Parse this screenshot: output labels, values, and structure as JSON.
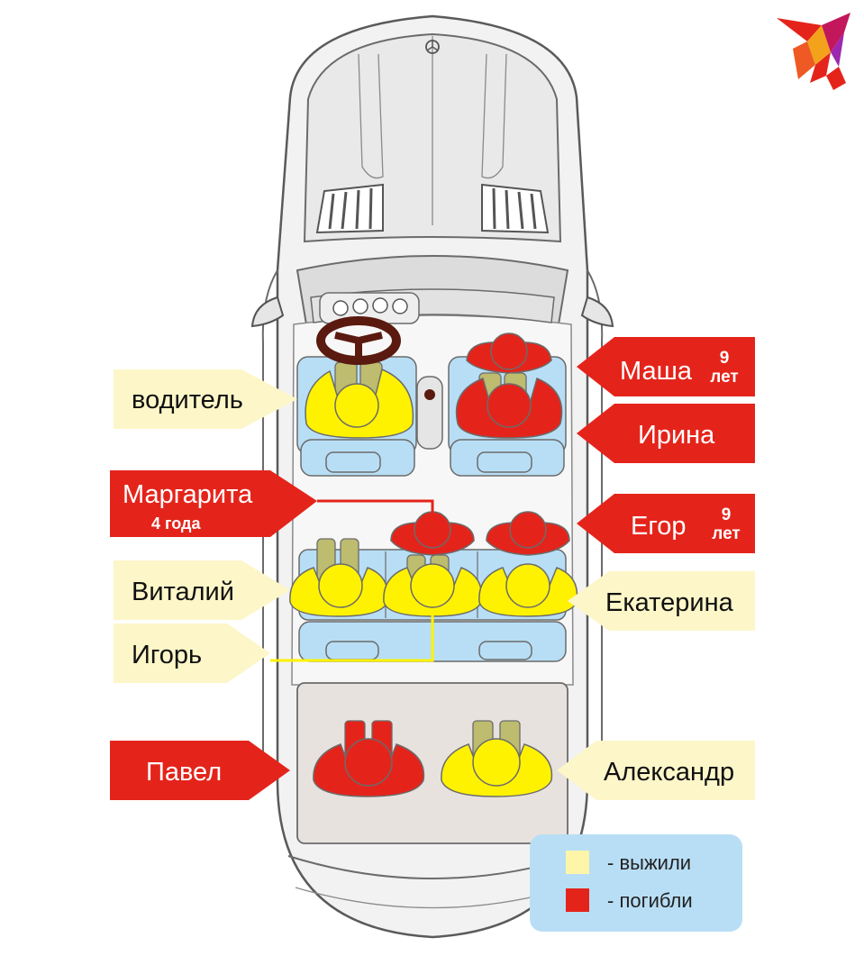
{
  "logo": {
    "name": "bird-logo-icon"
  },
  "colors": {
    "survived": "#fff200",
    "died": "#e4241b",
    "label_survived_bg": "#fdf6c8",
    "label_died_bg": "#e4241b",
    "seat_blue": "#b8def5",
    "seat_olive": "#bdbc6f",
    "trunk": "#e8e2de",
    "wheel": "#5a1a0f",
    "car_body": "#f2f2f2"
  },
  "labels": {
    "driver": "водитель",
    "masha": "Маша",
    "masha_age_num": "9",
    "masha_age_unit": "лет",
    "irina": "Ирина",
    "margarita": "Маргарита",
    "margarita_age": "4 года",
    "egor": "Егор",
    "egor_age_num": "9",
    "egor_age_unit": "лет",
    "vitaliy": "Виталий",
    "ekaterina": "Екатерина",
    "igor": "Игорь",
    "pavel": "Павел",
    "alexandr": "Александр"
  },
  "legend": {
    "survived": "- выжили",
    "died": "- погибли"
  }
}
